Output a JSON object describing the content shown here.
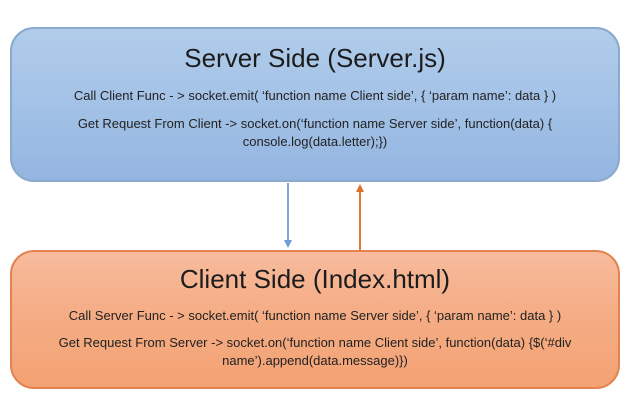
{
  "diagram": {
    "server_box": {
      "title": "Server Side (Server.js)",
      "line1": "Call Client Func - > socket.emit( ‘function name Client side’, { ‘param name’: data } )",
      "line2": "Get Request From Client -> socket.on(‘function name Server side’, function(data) { console.log(data.letter);})"
    },
    "client_box": {
      "title": "Client Side (Index.html)",
      "line1": "Call Server Func - > socket.emit( ‘function name Server side’, { ‘param name’: data } )",
      "line2": "Get Request From Server -> socket.on(‘function name Client side’, function(data) {$(‘#div name’).append(data.message)})"
    },
    "arrows": [
      {
        "name": "server-to-client-arrow",
        "direction": "down",
        "color": "#6d9cd6"
      },
      {
        "name": "client-to-server-arrow",
        "direction": "up",
        "color": "#de7c33"
      }
    ],
    "colors": {
      "server_fill_top": "#b0ccea",
      "server_fill_bottom": "#93b5e0",
      "server_border": "#8ca9ce",
      "client_fill_top": "#f7bb9d",
      "client_fill_bottom": "#f3a274",
      "client_border": "#e3834f",
      "text": "#1f1f1f",
      "background": "#ffffff"
    }
  }
}
